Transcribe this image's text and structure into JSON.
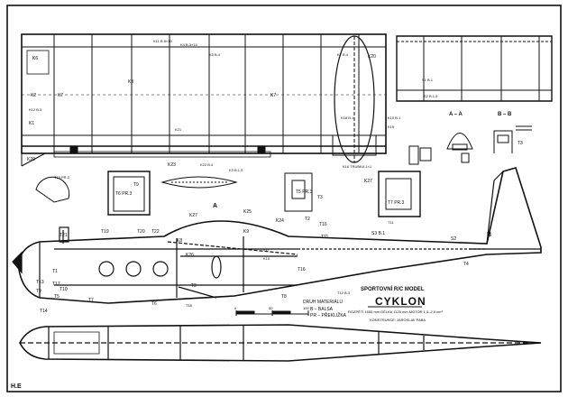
{
  "corner_mark": "H.E",
  "model": {
    "category": "SPORTOVNÍ R/C MODEL",
    "name": "CYKLON",
    "dimensions": "ROZPĚTÍ 1655 mm    DÉLKA 1125 mm    MOTOR 1,5–2,5 cm³",
    "designer": "KONSTRUKCE: JAROSLAV PABA"
  },
  "legend": {
    "title": "DRUH MATERIÁLU",
    "items": [
      "B – BALSA",
      "PR – PŘEKLIŽKA"
    ]
  },
  "scale_bar": {
    "ticks": [
      "0",
      "50",
      "100"
    ]
  },
  "section_marks": {
    "a": "A – A",
    "b": "B – B"
  },
  "labels": {
    "wing": [
      "K11 B.5×10",
      "K4 B.3×10",
      "K5 B.4",
      "K6",
      "K3",
      "K2",
      "K12 B.3",
      "K1",
      "K7",
      "K7",
      "K21",
      "K20",
      "K23",
      "K3 B.1,5",
      "K22 B.4",
      "T15 PR.3"
    ],
    "tail": [
      "K7 B.4",
      "K20",
      "K18 B.1",
      "K10 B.1",
      "K19",
      "K16 TRUBKA 1×1",
      "K27",
      "S1 B.1",
      "S2 B.1,5",
      "T3"
    ],
    "fuselage": [
      "T21",
      "T19",
      "T20",
      "T22",
      "K27",
      "K25",
      "K8",
      "K26",
      "K9",
      "K24",
      "K17",
      "K15",
      "T11",
      "S3 B.1",
      "S2",
      "T4",
      "T1",
      "T2",
      "T16",
      "T6",
      "T8",
      "T12 B.3",
      "T18",
      "T17",
      "T13",
      "T10",
      "T5",
      "T9",
      "T7",
      "T14",
      "T11",
      "B",
      "A"
    ],
    "parts": [
      "T6 PR.3",
      "T3",
      "T2",
      "T16",
      "T5 PR.3",
      "T7 PR.3",
      "T9"
    ]
  }
}
